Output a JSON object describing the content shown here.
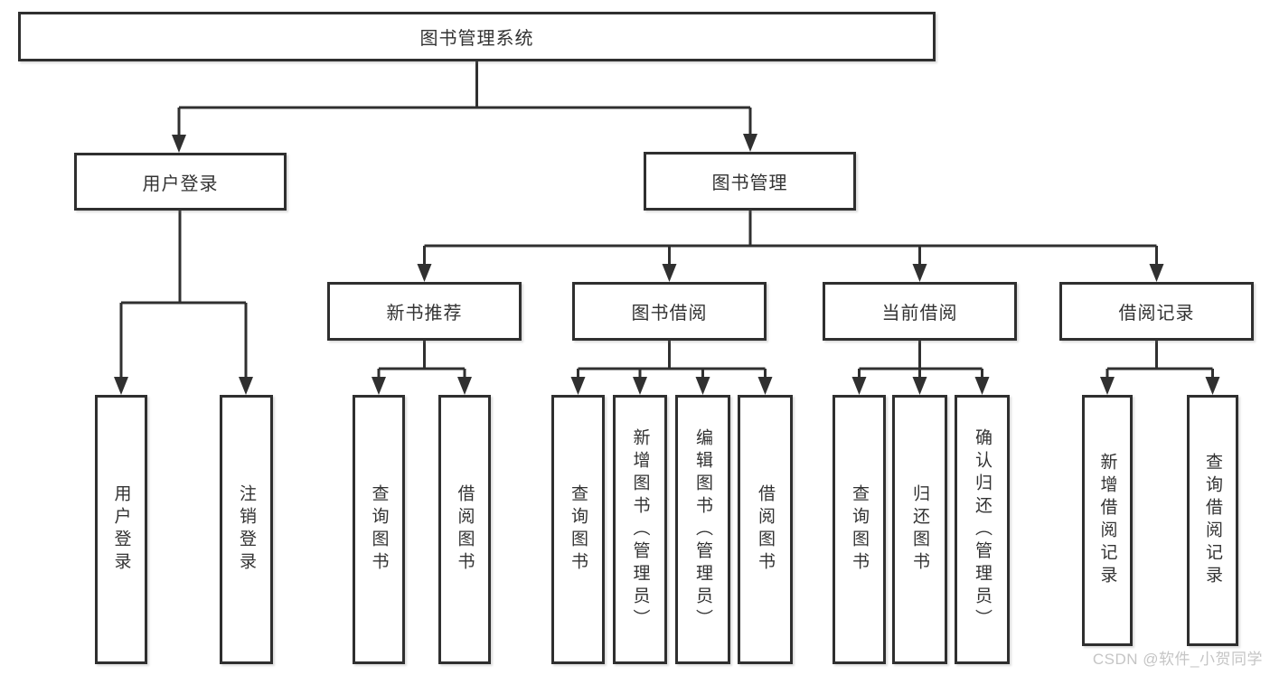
{
  "diagram": {
    "root": {
      "label": "图书管理系统"
    },
    "level2": [
      {
        "label": "用户登录",
        "children": [
          {
            "label": "用户登录"
          },
          {
            "label": "注销登录"
          }
        ]
      },
      {
        "label": "图书管理",
        "children": [
          {
            "label": "新书推荐",
            "children": [
              {
                "label": "查询图书"
              },
              {
                "label": "借阅图书"
              }
            ]
          },
          {
            "label": "图书借阅",
            "children": [
              {
                "label": "查询图书"
              },
              {
                "label": "新增图书（管理员）"
              },
              {
                "label": "编辑图书（管理员）"
              },
              {
                "label": "借阅图书"
              }
            ]
          },
          {
            "label": "当前借阅",
            "children": [
              {
                "label": "查询图书"
              },
              {
                "label": "归还图书"
              },
              {
                "label": "确认归还（管理员）"
              }
            ]
          },
          {
            "label": "借阅记录",
            "children": [
              {
                "label": "新增借阅记录"
              },
              {
                "label": "查询借阅记录"
              }
            ]
          }
        ]
      }
    ]
  },
  "watermark": {
    "text": "CSDN @软件_小贺同学"
  },
  "colors": {
    "line": "#303030",
    "border": "#2f2f2f",
    "text": "#333333",
    "watermark": "#c5c5c5",
    "background": "#ffffff"
  }
}
